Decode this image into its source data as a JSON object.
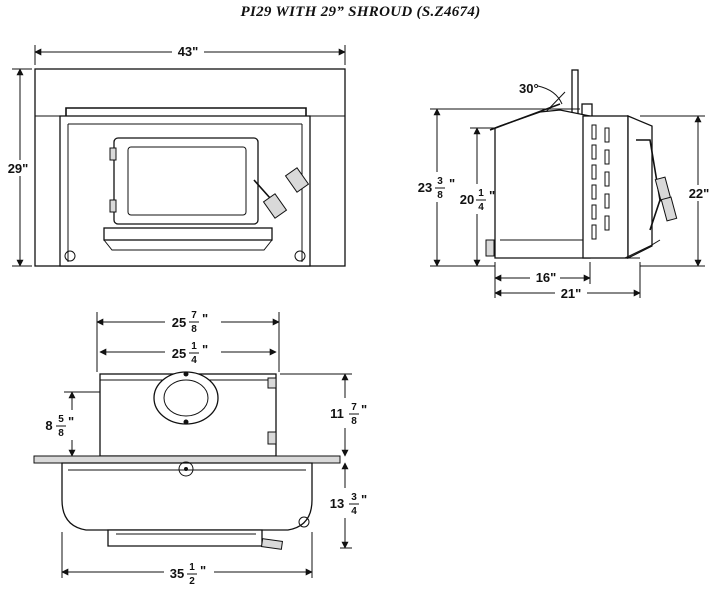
{
  "title": "PI29 WITH 29” SHROUD (S.Z4674)",
  "front_view": {
    "width_label": "43\"",
    "height_label": "29\""
  },
  "side_view": {
    "angle_label": "30°",
    "overall_height_whole": "23",
    "overall_height_num": "3",
    "overall_height_den": "8",
    "overall_height_unit": "\"",
    "body_height_whole": "20",
    "body_height_num": "1",
    "body_height_den": "4",
    "body_height_unit": "\"",
    "right_height_label": "22\"",
    "depth_inner_label": "16\"",
    "depth_overall_label": "21\""
  },
  "top_view": {
    "outer_width_whole": "25",
    "outer_width_num": "7",
    "outer_width_den": "8",
    "outer_width_unit": "\"",
    "inner_width_whole": "25",
    "inner_width_num": "1",
    "inner_width_den": "4",
    "inner_width_unit": "\"",
    "left_depth_whole": "8",
    "left_depth_num": "5",
    "left_depth_den": "8",
    "left_depth_unit": "\"",
    "right_depth_whole": "11",
    "right_depth_num": "7",
    "right_depth_den": "8",
    "right_depth_unit": "\"",
    "front_depth_whole": "13",
    "front_depth_num": "3",
    "front_depth_den": "4",
    "front_depth_unit": "\"",
    "bottom_width_whole": "35",
    "bottom_width_num": "1",
    "bottom_width_den": "2",
    "bottom_width_unit": "\""
  }
}
